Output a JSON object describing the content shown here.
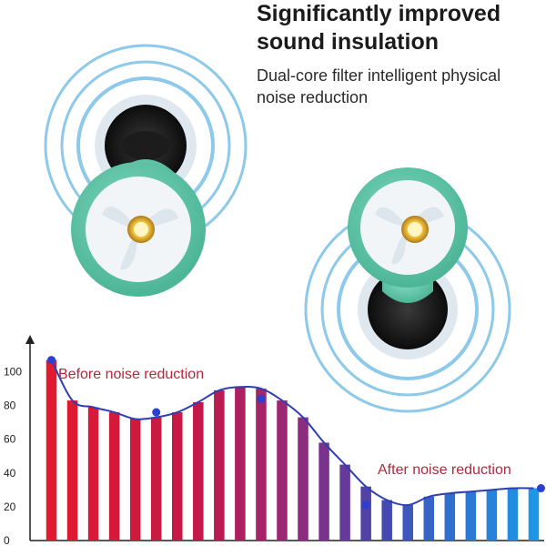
{
  "header": {
    "headline_line1": "Significantly improved",
    "headline_line2": "sound insulation",
    "subhead_line1": "Dual-core filter intelligent physical",
    "subhead_line2": "noise reduction"
  },
  "colors": {
    "earplug_teal": "#5fc8a8",
    "ring_blue": "#8cc9ea",
    "curve_line": "#2f3fb3",
    "annotation_red": "#b3283c"
  },
  "chart_data": {
    "type": "bar",
    "title": "",
    "xlabel": "",
    "ylabel": "",
    "ylim": [
      0,
      110
    ],
    "yticks": [
      "0",
      "20",
      "40",
      "60",
      "80",
      "100"
    ],
    "values": [
      107,
      83,
      79,
      76,
      72,
      73,
      76,
      82,
      89,
      91,
      90,
      83,
      73,
      58,
      45,
      32,
      24,
      21,
      26,
      28,
      29,
      30,
      31,
      31
    ],
    "curve_points": [
      107,
      83,
      79,
      76,
      72,
      73,
      76,
      82,
      89,
      91,
      90,
      83,
      73,
      58,
      45,
      32,
      24,
      21,
      26,
      28,
      29,
      30,
      31,
      31
    ],
    "markers": [
      {
        "index": 0,
        "value": 107
      },
      {
        "index": 5,
        "value": 76
      },
      {
        "index": 10,
        "value": 84
      },
      {
        "index": 15,
        "value": 21
      },
      {
        "index": 20,
        "value": 31
      }
    ],
    "annotations": {
      "before": "Before noise reduction",
      "after": "After noise reduction"
    }
  }
}
